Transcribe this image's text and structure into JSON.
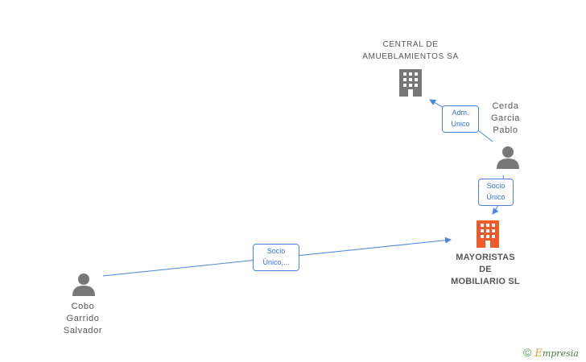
{
  "nodes": {
    "central": {
      "lines": [
        "CENTRAL DE",
        "AMUEBLAMIENTOS SA"
      ]
    },
    "cerda": {
      "lines": [
        "Cerda",
        "Garcia",
        "Pablo"
      ]
    },
    "mayoristas": {
      "lines": [
        "MAYORISTAS",
        "DE",
        "MOBILIARIO SL"
      ]
    },
    "cobo": {
      "lines": [
        "Cobo",
        "Garrido",
        "Salvador"
      ]
    }
  },
  "edges": {
    "adm": {
      "lines": [
        "Adm.",
        "Unico"
      ]
    },
    "socio_unico": {
      "lines": [
        "Socio",
        "Único"
      ]
    },
    "socio_cobo": {
      "lines": [
        "Socio",
        "Único,..."
      ]
    }
  },
  "colors": {
    "person": "#777777",
    "company": "#777777",
    "main_company": "#f05a28",
    "edge": "#4a86e0"
  },
  "watermark": {
    "symbol": "©",
    "brand_first": "E",
    "brand_rest": "mpresia"
  }
}
